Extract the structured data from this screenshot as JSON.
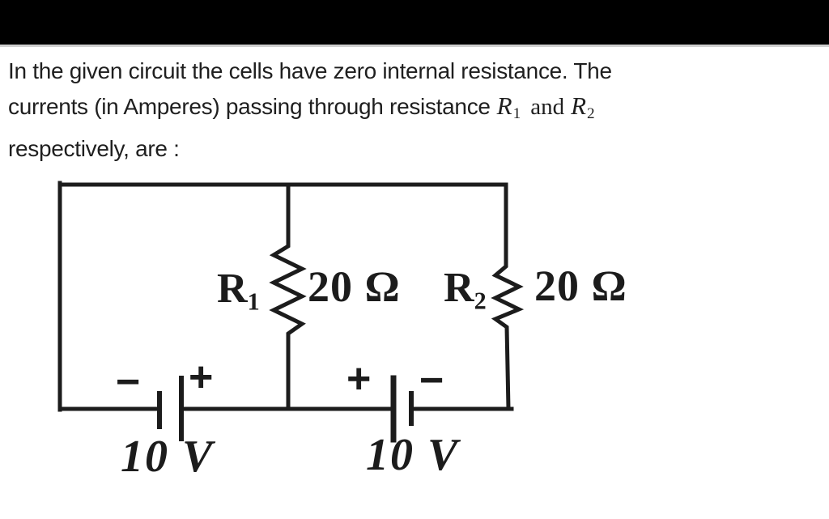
{
  "topbar": {
    "color": "#000000"
  },
  "question": {
    "line1": "In the given circuit the cells have zero internal resistance. The",
    "line2_prefix": "currents (in Amperes) passing through resistance",
    "r1_base": "R",
    "r1_sub": "1",
    "conjunction": "and",
    "r2_base": "R",
    "r2_sub": "2",
    "line3": "respectively, are :"
  },
  "circuit": {
    "ink_color": "#1c1c1c",
    "resistor1": {
      "label_base": "R",
      "label_sub": "1",
      "value": "20 Ω"
    },
    "resistor2": {
      "label_base": "R",
      "label_sub": "2",
      "value": "20 Ω"
    },
    "battery1": {
      "left_terminal": "−",
      "right_terminal": "+",
      "voltage": "10 V"
    },
    "battery2": {
      "left_terminal": "+",
      "right_terminal": "−",
      "voltage": "10 V"
    }
  }
}
